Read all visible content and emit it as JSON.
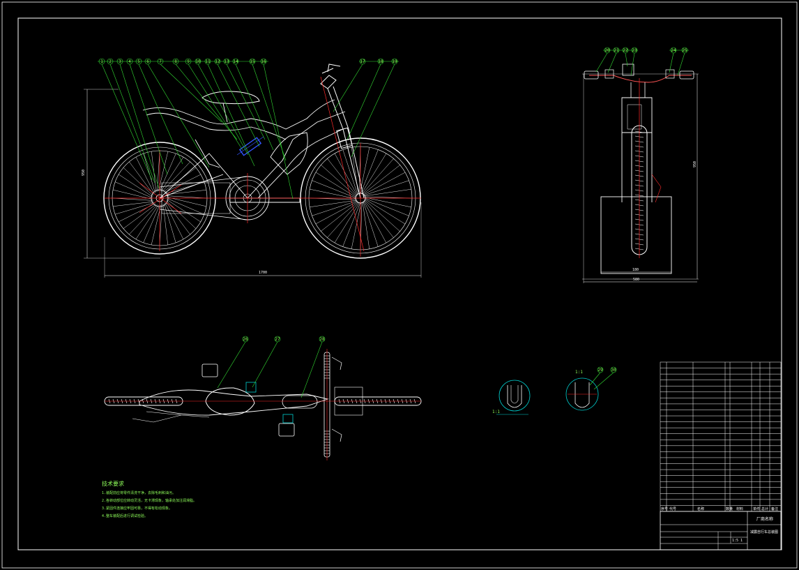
{
  "drawing": {
    "colors": {
      "background": "#000000",
      "outline": "#ffffff",
      "leader": "#33dd33",
      "centerline": "#ff2a2a",
      "shock": "#3355ff",
      "section": "#00d0d0",
      "handlebar": "#ff5555"
    },
    "balloons_side": [
      "1",
      "2",
      "3",
      "4",
      "5",
      "6",
      "7",
      "8",
      "9",
      "10",
      "11",
      "12",
      "13",
      "14",
      "15",
      "16",
      "17",
      "18",
      "19"
    ],
    "balloons_front": [
      "20",
      "21",
      "22",
      "23",
      "24",
      "25"
    ],
    "balloons_top": [
      "26",
      "27",
      "28"
    ],
    "balloons_detail": [
      "29",
      "30"
    ],
    "dimensions": {
      "side_height": "950",
      "side_length": "1700",
      "front_height": "950",
      "front_width_inner": "180",
      "front_width_outer": "580",
      "detail_a": "1:1",
      "detail_b": "1:1"
    },
    "notes_title": "技术要求",
    "notes": [
      "1.装配前应将零件清洗干净，去除毛刺和油污。",
      "2.各转动部位应转动灵活，无卡滞现象，轴承处加注润滑脂。",
      "3.紧固件连接应牢固可靠，不得有松动现象。",
      "4.整车装配后进行调试检验。"
    ],
    "title_block": {
      "company": "厂商名称",
      "drawing_name": "减震自行车总装图",
      "header": [
        "序号",
        "代号",
        "名称",
        "数量",
        "材料",
        "单件",
        "总计",
        "备注"
      ],
      "scale": "1:5",
      "sheet": "1"
    }
  }
}
